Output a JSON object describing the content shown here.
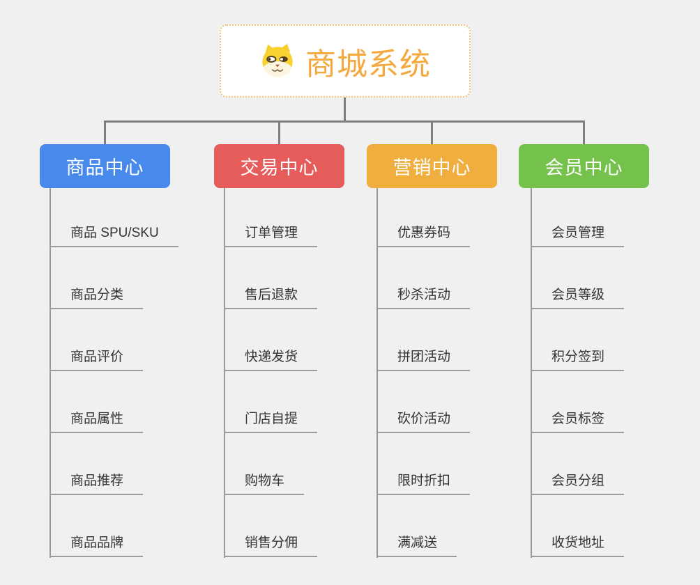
{
  "root": {
    "title": "商城系统",
    "icon": "dog-face-icon",
    "title_color": "#f3a93e",
    "border_color": "#f6c171",
    "background": "#ffffff"
  },
  "branches": [
    {
      "label": "商品中心",
      "color": "#478aec",
      "items": [
        "商品 SPU/SKU",
        "商品分类",
        "商品评价",
        "商品属性",
        "商品推荐",
        "商品品牌"
      ]
    },
    {
      "label": "交易中心",
      "color": "#e55c5a",
      "items": [
        "订单管理",
        "售后退款",
        "快递发货",
        "门店自提",
        "购物车",
        "销售分佣"
      ]
    },
    {
      "label": "营销中心",
      "color": "#f0ae3f",
      "items": [
        "优惠券码",
        "秒杀活动",
        "拼团活动",
        "砍价活动",
        "限时折扣",
        "满减送"
      ]
    },
    {
      "label": "会员中心",
      "color": "#74c14b",
      "items": [
        "会员管理",
        "会员等级",
        "积分签到",
        "会员标签",
        "会员分组",
        "收货地址"
      ]
    }
  ],
  "colors": {
    "page_background": "#f0f0f0",
    "connector": "#7e7e7e",
    "leaf_line": "#9c9c9c",
    "leaf_text": "#333333",
    "branch_text": "#ffffff"
  }
}
